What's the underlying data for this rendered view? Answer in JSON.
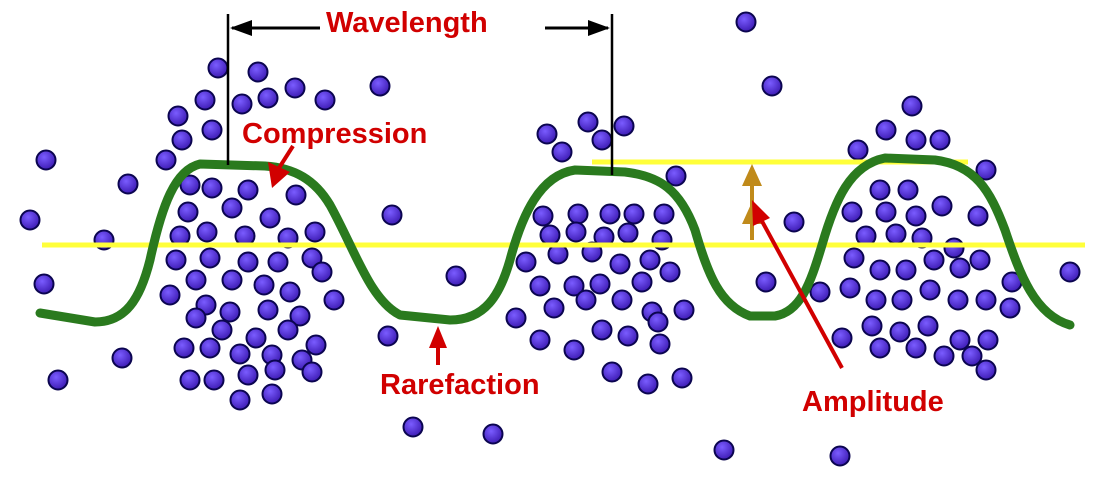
{
  "labels": {
    "wavelength": "Wavelength",
    "compression": "Compression",
    "rarefaction": "Rarefaction",
    "amplitude": "Amplitude"
  },
  "colors": {
    "background": "#ffffff",
    "label": "#d10000",
    "wave": "#2a7a1e",
    "equilibrium_line": "#ffff3a",
    "particle_fill": "#4a24c8",
    "particle_outline": "#0b0550",
    "amplitude_marker": "#c08a1a",
    "dimension_line": "#000000"
  },
  "icons": {
    "particle": "circle-particle-icon",
    "arrow": "arrowhead-icon"
  }
}
